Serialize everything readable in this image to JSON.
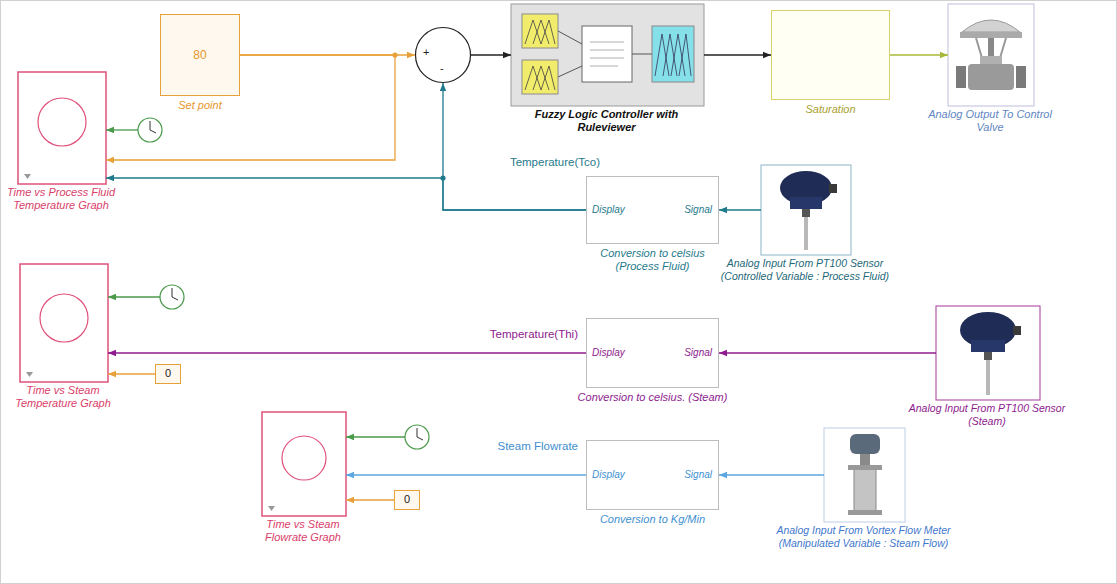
{
  "diagram": {
    "nodes": [
      {
        "text": [
          "80",
          "Set point"
        ]
      },
      {
        "text": [
          "+",
          "-"
        ]
      },
      {
        "text": [
          "Fuzzy Logic Controller with Ruleviewer"
        ]
      },
      {
        "text": [
          "Saturation"
        ]
      },
      {
        "text": [
          "Analog Output To Control Valve"
        ]
      },
      {
        "text": [
          "Time vs Process Fluid Temperature Graph"
        ]
      },
      {
        "text": [
          "Display",
          "Signal",
          "Conversion to celsius (Process Fluid)"
        ]
      },
      {
        "text": [
          "Analog Input From PT100 Sensor (Controlled Variable : Process Fluid)"
        ]
      },
      {
        "text": [
          "Time vs Steam Temperature Graph"
        ]
      },
      {
        "text": [
          "0"
        ]
      },
      {
        "text": [
          "Display",
          "Signal",
          "Conversion to celsius. (Steam)"
        ]
      },
      {
        "text": [
          "Analog Input From PT100 Sensor (Steam)"
        ]
      },
      {
        "text": [
          "Time vs Steam Flowrate Graph"
        ]
      },
      {
        "text": [
          "0"
        ]
      },
      {
        "text": [
          "Display",
          "Signal",
          "Conversion to Kg/Min"
        ]
      },
      {
        "text": [
          "Analog Input From Vortex Flow Meter (Manipulated Variable : Steam Flow)"
        ]
      }
    ],
    "edges": [
      {
        "from": 0,
        "to": 1,
        "arrow": "to"
      },
      {
        "from": 0,
        "to": 5,
        "arrow": "to"
      },
      {
        "from": 1,
        "to": 2,
        "arrow": "to"
      },
      {
        "from": 2,
        "to": 3,
        "arrow": "to"
      },
      {
        "from": 3,
        "to": 4,
        "arrow": "to"
      },
      {
        "from": 7,
        "to": 6,
        "arrow": "to"
      },
      {
        "from": 6,
        "to": 1,
        "arrow": "to"
      },
      {
        "from": 6,
        "to": 5,
        "arrow": "to"
      },
      {
        "from": 11,
        "to": 10,
        "arrow": "to"
      },
      {
        "from": 10,
        "to": 8,
        "arrow": "to"
      },
      {
        "from": 9,
        "to": 8,
        "arrow": "to"
      },
      {
        "from": 15,
        "to": 14,
        "arrow": "to"
      },
      {
        "from": 14,
        "to": 12,
        "arrow": "to"
      },
      {
        "from": 13,
        "to": 12,
        "arrow": "to"
      }
    ],
    "labels": [
      "Temperature(Tco)",
      "Temperature(Thi)",
      "Steam Flowrate"
    ]
  }
}
